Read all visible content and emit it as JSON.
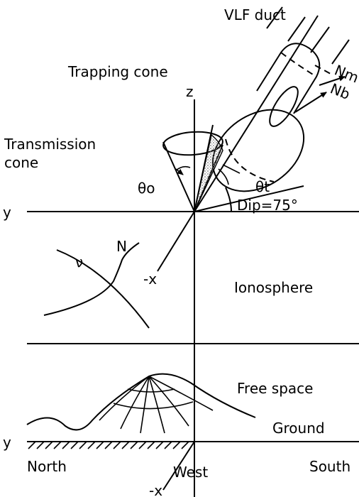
{
  "labels": {
    "vlf_duct": "VLF duct",
    "trapping_cone": "Trapping cone",
    "transmission_cone_1": "Transmission",
    "transmission_cone_2": "cone",
    "z_axis": "z",
    "nm": "Nm",
    "nb": "Nb",
    "theta_o": "θo",
    "theta_t": "θt",
    "dip": "Dip=75°",
    "y_upper": "y",
    "y_lower": "y",
    "nu": "ν",
    "n_curve": "N",
    "neg_x_upper": "-x",
    "neg_x_lower": "-x",
    "ionosphere": "Ionosphere",
    "free_space": "Free space",
    "ground": "Ground",
    "north": "North",
    "south": "South",
    "west": "West"
  },
  "colors": {
    "ink": "#000000",
    "background": "#ffffff",
    "stipple": "#9a9a9a"
  }
}
